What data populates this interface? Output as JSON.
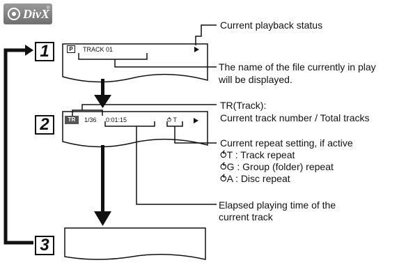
{
  "logo": {
    "text": "DivX",
    "registered": "®"
  },
  "steps": [
    "1",
    "2",
    "3"
  ],
  "screen1": {
    "track_label": "TRACK 01"
  },
  "screen2": {
    "track_icon": "TR",
    "track_count": "1/36",
    "elapsed": "0:01:15",
    "repeat_mode": "T"
  },
  "callouts": {
    "playback_status": "Current playback status",
    "file_name_line1": "The name of the file currently in play",
    "file_name_line2": "will be displayed.",
    "track_line1": "TR(Track):",
    "track_line2": "Current track number / Total tracks",
    "repeat_heading": "Current repeat setting, if active",
    "repeat_items": [
      {
        "symbol": "T",
        "desc": " : Track repeat"
      },
      {
        "symbol": "G",
        "desc": " : Group (folder) repeat"
      },
      {
        "symbol": "A",
        "desc": " : Disc repeat"
      }
    ],
    "elapsed_line1": "Elapsed playing time of the",
    "elapsed_line2": "current track"
  },
  "icons": [
    "divx-disc-icon",
    "file-type-icon",
    "track-icon",
    "repeat-icon",
    "play-icon"
  ]
}
